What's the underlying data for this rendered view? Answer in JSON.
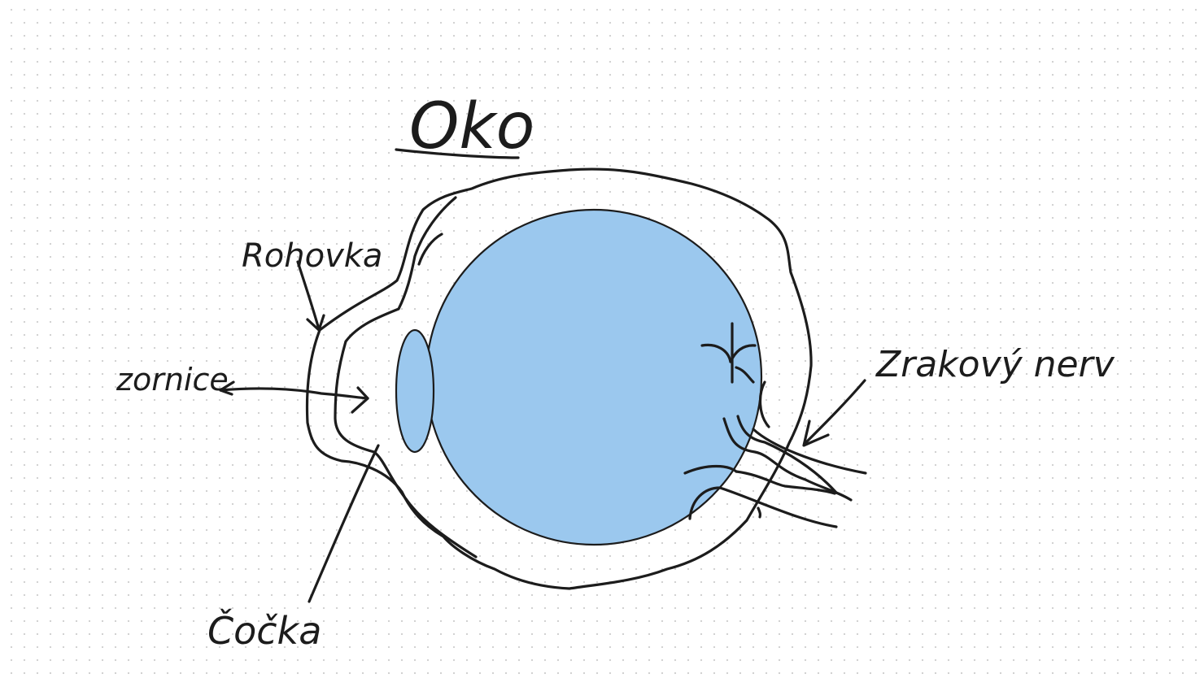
{
  "title": "Oko",
  "labels": {
    "cornea": "Rohovka",
    "pupil": "zornice",
    "lens": "Čočka",
    "optic_nerve": "Zrakový nerv"
  },
  "colors": {
    "ink": "#1c1c1c",
    "eyeball_fill": "#9bc8ee",
    "grid_dot": "#cfcfcf"
  }
}
